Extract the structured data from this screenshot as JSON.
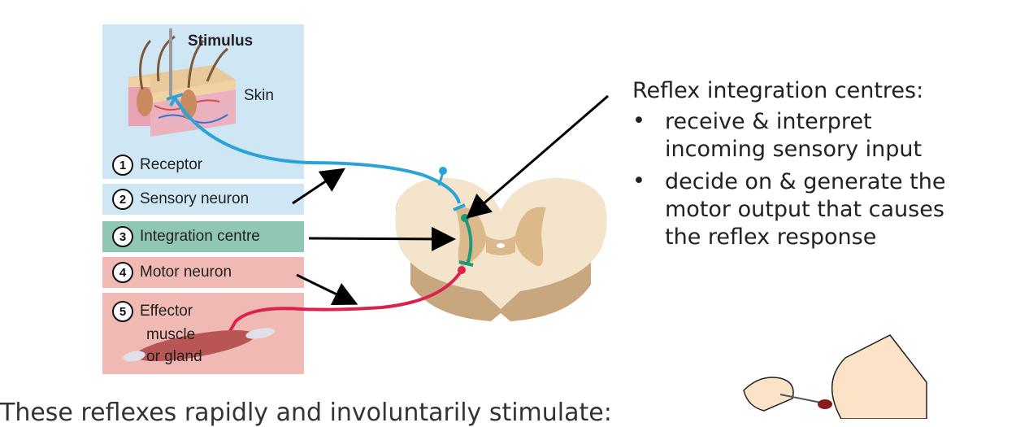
{
  "diagram": {
    "stimulus_label": "Stimulus",
    "skin_label": "Skin",
    "steps": [
      {
        "num": "1",
        "label": "Receptor"
      },
      {
        "num": "2",
        "label": "Sensory neuron"
      },
      {
        "num": "3",
        "label": "Integration centre"
      },
      {
        "num": "4",
        "label": "Motor neuron"
      },
      {
        "num": "5",
        "label": "Effector"
      }
    ],
    "effector_lines": [
      "muscle",
      "or gland"
    ],
    "colors": {
      "sensory_panel": "#cfe6f5",
      "integration_panel": "#8fc6b4",
      "motor_panel": "#f1b9b3",
      "sensory_neuron": "#2aa3d8",
      "integration_neuron": "#1e9a7a",
      "motor_neuron": "#d9234e"
    }
  },
  "explanation": {
    "title": "Reflex integration centres:",
    "bullets": [
      "receive & interpret incoming sensory input",
      "decide on & generate the motor output that causes the reflex response"
    ],
    "bullet_symbol": "•"
  },
  "footer": {
    "text": "These reflexes rapidly and involuntarily stimulate:"
  }
}
